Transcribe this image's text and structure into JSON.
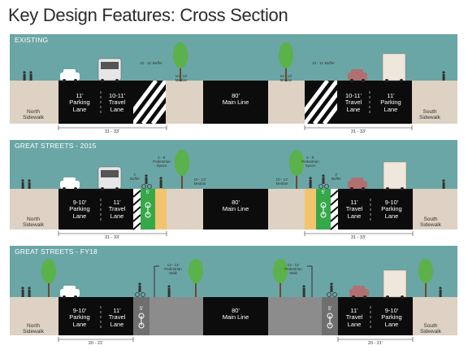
{
  "title": "Key Design Features: Cross Section",
  "colors": {
    "sky": "#6aa6a5",
    "ground": "#ddd2c3",
    "lane": "#0c0c0c",
    "bike": "#37a84a",
    "buffer": "#f2c46d",
    "road_gray": "#8c8c8c",
    "tree": "#5bb14a"
  },
  "panels": [
    {
      "header": "EXISTING",
      "left": {
        "sidewalk": "North Sidewalk",
        "parking": [
          "11'",
          "Parking",
          "Lane"
        ],
        "travel": [
          "10-11'",
          "Travel",
          "Lane"
        ],
        "buffer": "10 - 11' Buffer",
        "median": "10 - 13' Median",
        "dim": "31 - 33'"
      },
      "center": {
        "main": [
          "80'",
          "Main Line"
        ]
      },
      "right": {
        "sidewalk": "South Sidewalk",
        "parking": [
          "11'",
          "Parking",
          "Lane"
        ],
        "travel": [
          "10-11'",
          "Travel",
          "Lane"
        ],
        "buffer": "10 - 11' Buffer",
        "median": "10 - 13' Median",
        "dim": "31 - 33'"
      }
    },
    {
      "header": "GREAT STREETS - 2015",
      "left": {
        "sidewalk": "North Sidewalk",
        "parking": [
          "9-10'",
          "Parking",
          "Lane"
        ],
        "travel": [
          "11'",
          "Travel",
          "Lane"
        ],
        "buffer": "2' Buffer",
        "bike": "5'",
        "ped": "4 - 5' Pedestrian Space",
        "median": "10 - 13' Median",
        "dim": "31 - 33'"
      },
      "center": {
        "main": [
          "80'",
          "Main Line"
        ]
      },
      "right": {
        "sidewalk": "South Sidewalk",
        "parking": [
          "9-10'",
          "Parking",
          "Lane"
        ],
        "travel": [
          "11'",
          "Travel",
          "Lane"
        ],
        "buffer": "2' Buffer",
        "bike": "5'",
        "ped": "4 - 5' Pedestrian Space",
        "median": "10 - 13' Median",
        "dim": "31 - 33'"
      }
    },
    {
      "header": "GREAT STREETS - FY18",
      "left": {
        "sidewalk": "North Sidewalk",
        "parking": [
          "9-10'",
          "Parking",
          "Lane"
        ],
        "travel": [
          "11'",
          "Travel",
          "Lane"
        ],
        "bike": "5'",
        "ped": "13 - 14' Pedestrian Walk",
        "dim": "20 - 21'"
      },
      "center": {
        "main": [
          "80'",
          "Main Line"
        ]
      },
      "right": {
        "sidewalk": "South Sidewalk",
        "parking": [
          "9-10'",
          "Parking",
          "Lane"
        ],
        "travel": [
          "11'",
          "Travel",
          "Lane"
        ],
        "bike": "5'",
        "ped": "13 - 14' Pedestrian Walk",
        "dim": "20 - 21'"
      }
    }
  ]
}
